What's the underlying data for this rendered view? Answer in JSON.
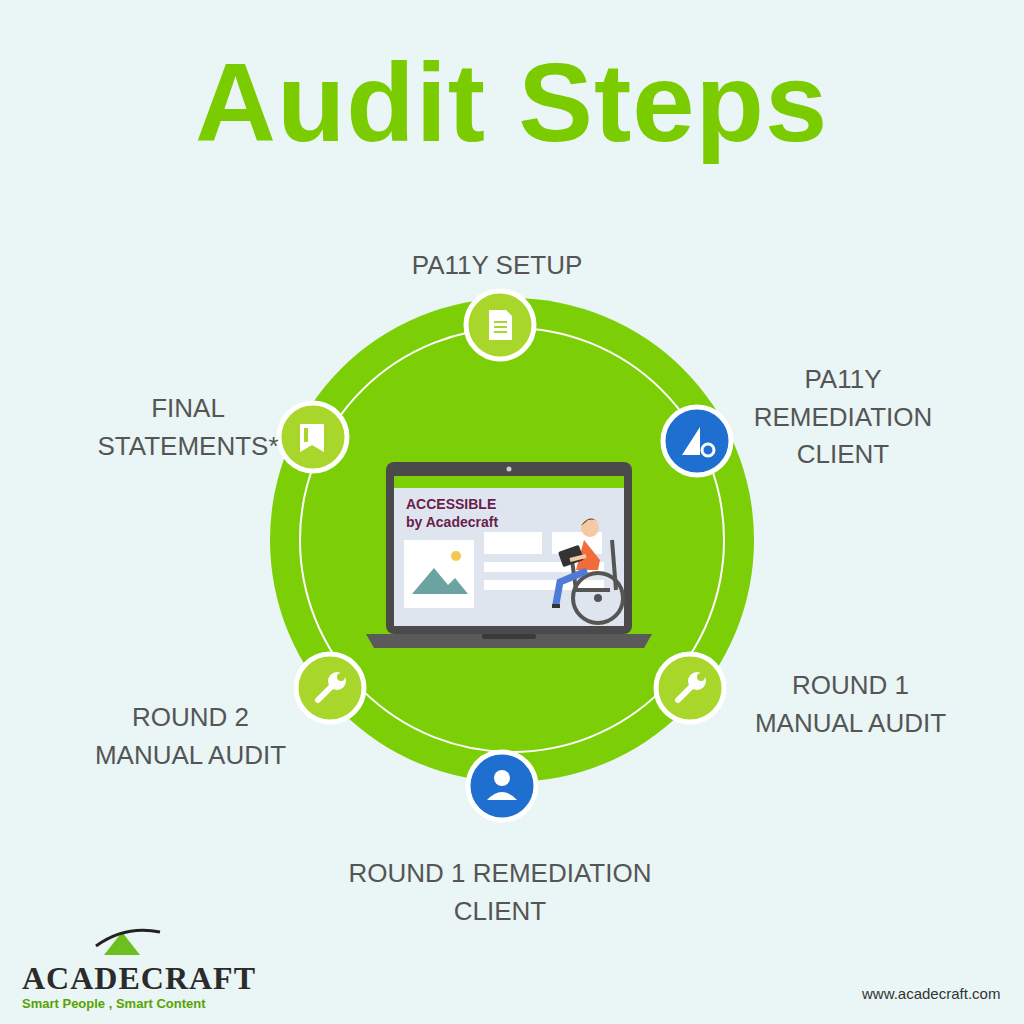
{
  "diagram": {
    "title": "Audit Steps",
    "labels": [
      "PA11Y SETUP",
      "FINAL STATEMENTS*",
      "PA11Y REMEDIATION CLIENT",
      "ROUND 2 MANUAL AUDIT",
      "ROUND 1 MANUAL AUDIT",
      "ROUND 1 REMEDIATION CLIENT",
      "ACCESSIBLE",
      "by Acadecraft",
      "ACADECRAFT",
      "Smart People , Smart Content",
      "www.acadecraft.com"
    ]
  }
}
